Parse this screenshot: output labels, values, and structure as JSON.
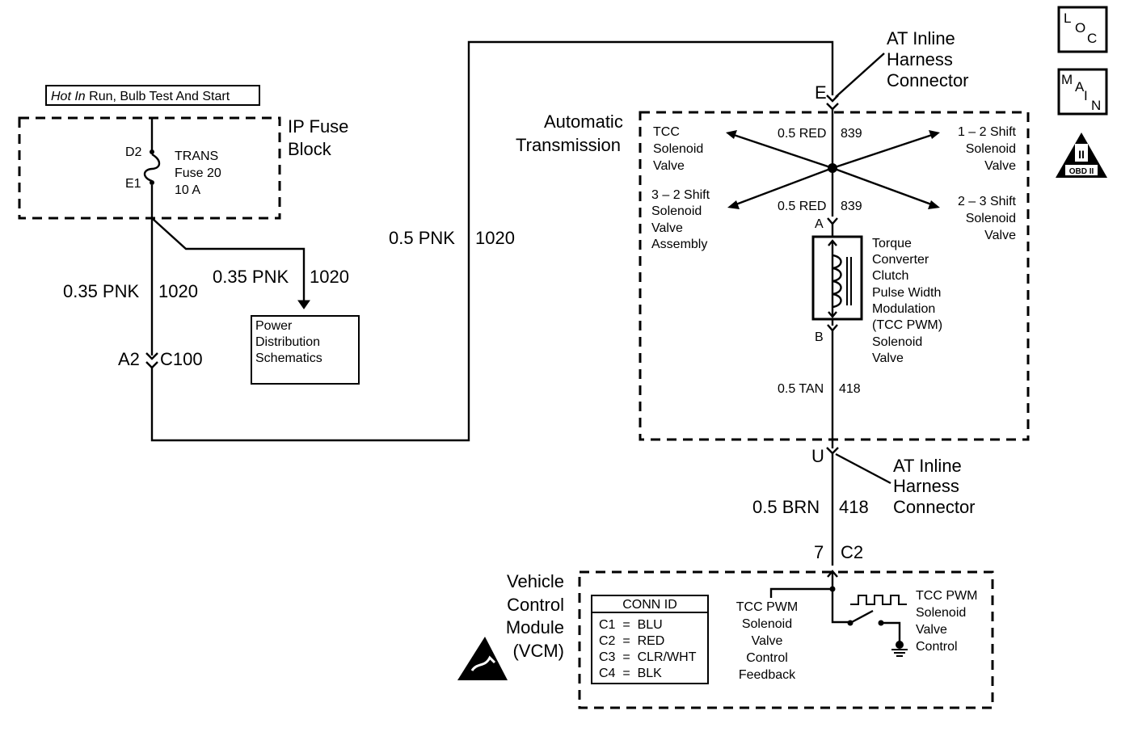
{
  "header": {
    "hot_in_italic": "Hot In",
    "hot_in_rest": " Run, Bulb Test And Start"
  },
  "ip_fuse_block": {
    "title_line1": "IP Fuse",
    "title_line2": "Block",
    "pin_top": "D2",
    "pin_bottom": "E1",
    "fuse_line1": "TRANS",
    "fuse_line2": "Fuse 20",
    "fuse_line3": "10 A"
  },
  "wires": {
    "left_down": {
      "gauge": "0.35 PNK",
      "circuit": "1020"
    },
    "power_branch": {
      "gauge": "0.35 PNK",
      "circuit": "1020"
    },
    "top_run": {
      "gauge": "0.5 PNK",
      "circuit": "1020"
    },
    "red_upper": {
      "gauge": "0.5 RED",
      "circuit": "839"
    },
    "red_lower": {
      "gauge": "0.5 RED",
      "circuit": "839"
    },
    "tan": {
      "gauge": "0.5 TAN",
      "circuit": "418"
    },
    "brn": {
      "gauge": "0.5 BRN",
      "circuit": "418"
    }
  },
  "connectors": {
    "c100_pin": "A2",
    "c100_name": "C100",
    "inline_top_pin": "E",
    "inline_top_line1": "AT Inline",
    "inline_top_line2": "Harness",
    "inline_top_line3": "Connector",
    "inline_bottom_pin": "U",
    "inline_bottom_line1": "AT Inline",
    "inline_bottom_line2": "Harness",
    "inline_bottom_line3": "Connector",
    "vcm_pin": "7",
    "vcm_conn": "C2",
    "tcc_pin_a": "A",
    "tcc_pin_b": "B"
  },
  "power_distribution": {
    "line1": "Power",
    "line2": "Distribution",
    "line3": "Schematics"
  },
  "automatic_transmission": {
    "title_line1": "Automatic",
    "title_line2": "Transmission",
    "tcc_solenoid": [
      "TCC",
      "Solenoid",
      "Valve"
    ],
    "shift_12": [
      "1 – 2 Shift",
      "Solenoid",
      "Valve"
    ],
    "shift_32": [
      "3 – 2 Shift",
      "Solenoid",
      "Valve",
      "Assembly"
    ],
    "shift_23": [
      "2 – 3 Shift",
      "Solenoid",
      "Valve"
    ],
    "tcc_pwm": [
      "Torque",
      "Converter",
      "Clutch",
      "Pulse Width",
      "Modulation",
      "(TCC PWM)",
      "Solenoid",
      "Valve"
    ]
  },
  "vcm": {
    "title_line1": "Vehicle",
    "title_line2": "Control",
    "title_line3": "Module",
    "title_line4": "(VCM)",
    "conn_id_title": "CONN ID",
    "conn_id_rows": [
      "C1  =  BLU",
      "C2  =  RED",
      "C3  =  CLR/WHT",
      "C4  =  BLK"
    ],
    "feedback": [
      "TCC PWM",
      "Solenoid",
      "Valve",
      "Control",
      "Feedback"
    ],
    "control": [
      "TCC PWM",
      "Solenoid",
      "Valve",
      "Control"
    ]
  },
  "badges": {
    "loc_l": "L",
    "loc_o": "O",
    "loc_c": "C",
    "main_m": "M",
    "main_a": "A",
    "main_i": "I",
    "main_n": "N",
    "obd_numeral": "II",
    "obd_text": "OBD II"
  }
}
